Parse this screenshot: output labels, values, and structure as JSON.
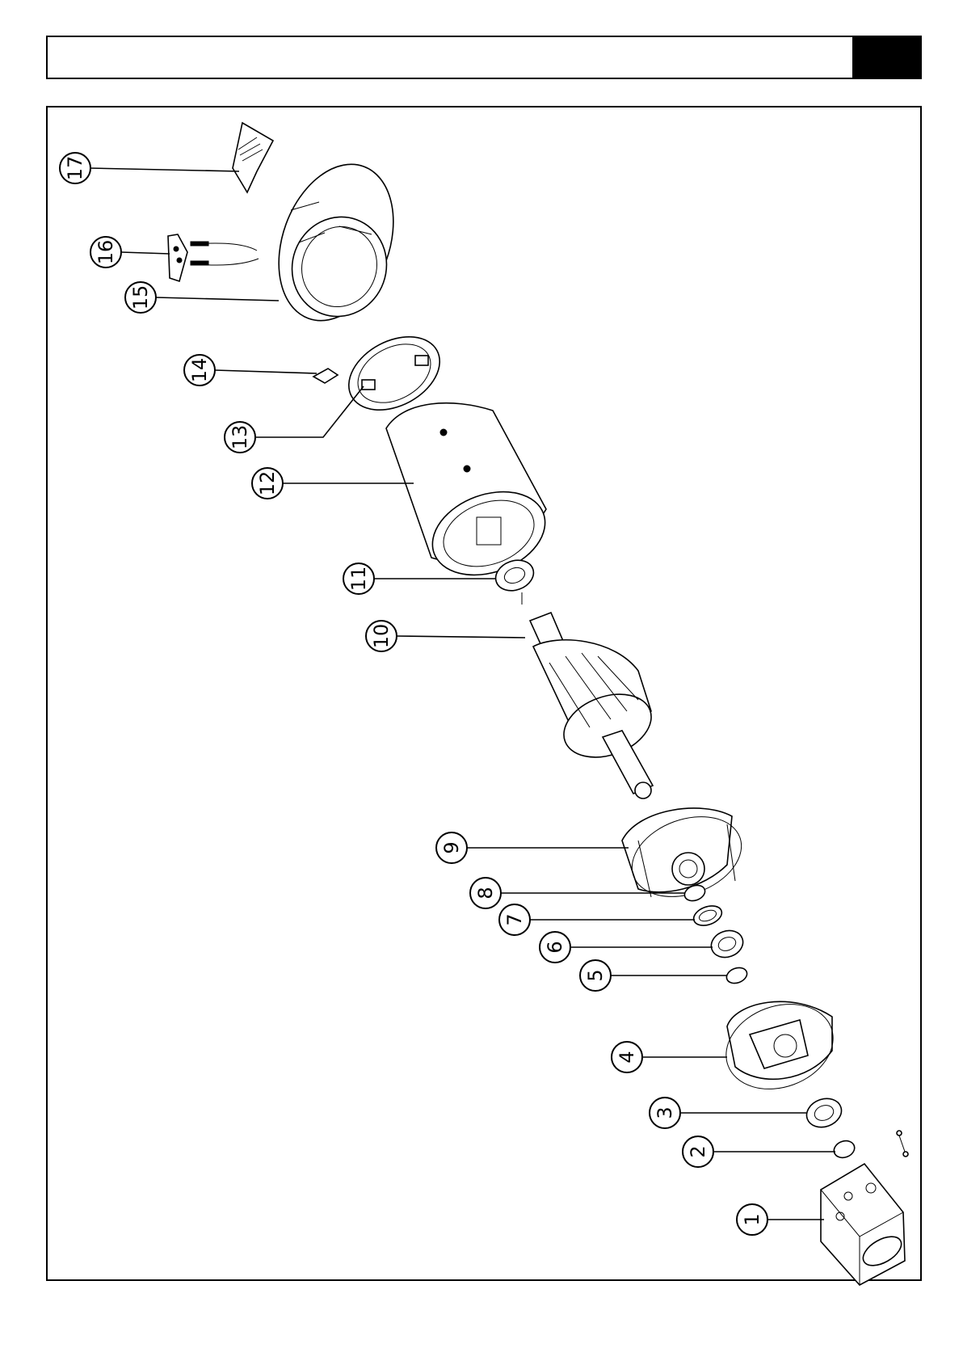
{
  "callouts": [
    {
      "id": "1",
      "label": "1"
    },
    {
      "id": "2",
      "label": "2"
    },
    {
      "id": "3",
      "label": "3"
    },
    {
      "id": "4",
      "label": "4"
    },
    {
      "id": "5",
      "label": "5"
    },
    {
      "id": "6",
      "label": "6"
    },
    {
      "id": "7",
      "label": "7"
    },
    {
      "id": "8",
      "label": "8"
    },
    {
      "id": "9",
      "label": "9"
    },
    {
      "id": "10",
      "label": "10"
    },
    {
      "id": "11",
      "label": "11"
    },
    {
      "id": "12",
      "label": "12"
    },
    {
      "id": "13",
      "label": "13"
    },
    {
      "id": "14",
      "label": "14"
    },
    {
      "id": "15",
      "label": "15"
    },
    {
      "id": "16",
      "label": "16"
    },
    {
      "id": "17",
      "label": "17"
    }
  ],
  "colors": {
    "ink": "#000000",
    "paper": "#ffffff"
  }
}
